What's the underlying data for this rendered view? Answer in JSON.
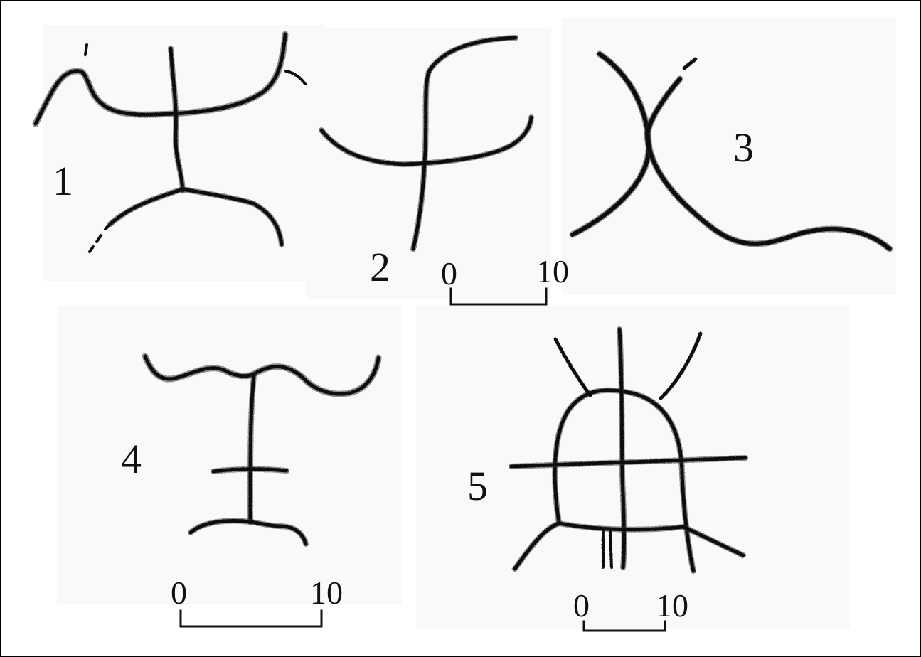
{
  "figures": [
    {
      "label": "1"
    },
    {
      "label": "2"
    },
    {
      "label": "3"
    },
    {
      "label": "4"
    },
    {
      "label": "5"
    }
  ],
  "scale_bars": [
    {
      "start": "0",
      "end": "10"
    },
    {
      "start": "0",
      "end": "10"
    },
    {
      "start": "0",
      "end": "10"
    }
  ]
}
